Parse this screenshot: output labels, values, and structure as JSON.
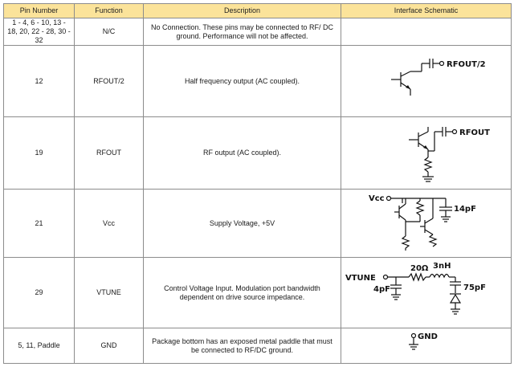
{
  "headers": [
    "Pin Number",
    "Function",
    "Description",
    "Interface Schematic"
  ],
  "rows": [
    {
      "pin": "1 - 4, 6 - 10, 13 - 18, 20, 22 - 28, 30 - 32",
      "function": "N/C",
      "description": "No Connection. These pins may be connected to RF/ DC ground. Performance will not be affected.",
      "schematic": {}
    },
    {
      "pin": "12",
      "function": "RFOUT/2",
      "description": "Half frequency output (AC coupled).",
      "schematic": {
        "label": "RFOUT/2"
      }
    },
    {
      "pin": "19",
      "function": "RFOUT",
      "description": "RF output (AC coupled).",
      "schematic": {
        "label": "RFOUT"
      }
    },
    {
      "pin": "21",
      "function": "Vcc",
      "description": "Supply Voltage, +5V",
      "schematic": {
        "label": "Vcc",
        "cap": "14pF"
      }
    },
    {
      "pin": "29",
      "function": "VTUNE",
      "description": "Control Voltage Input. Modulation port bandwidth dependent on drive source impedance.",
      "schematic": {
        "label": "VTUNE",
        "resistor": "20Ω",
        "inductor": "3nH",
        "cap_left": "4pF",
        "cap_right": "75pF"
      }
    },
    {
      "pin": "5, 11, Paddle",
      "function": "GND",
      "description": "Package bottom has an exposed metal paddle that must be connected to RF/DC ground.",
      "schematic": {
        "label": "GND"
      }
    }
  ]
}
